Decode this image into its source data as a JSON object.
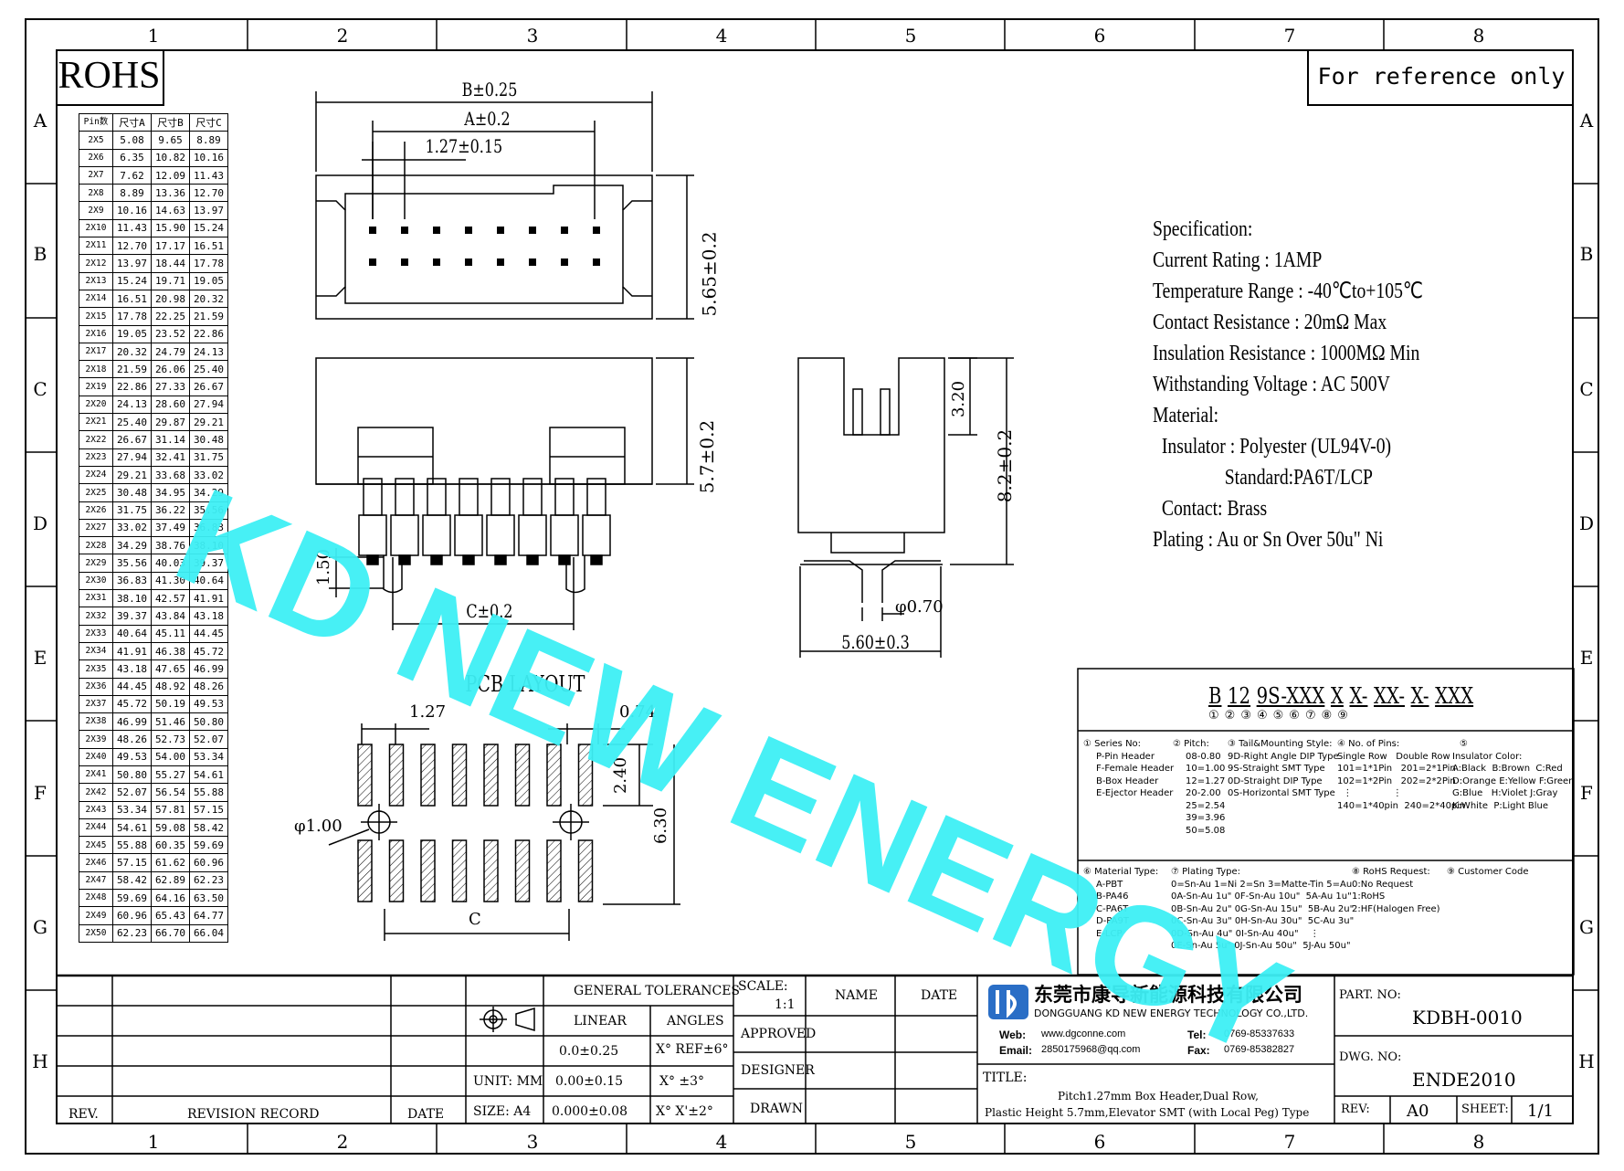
{
  "zones": {
    "cols": [
      "1",
      "2",
      "3",
      "4",
      "5",
      "6",
      "7",
      "8"
    ],
    "rows": [
      "A",
      "B",
      "C",
      "D",
      "E",
      "F",
      "G",
      "H"
    ]
  },
  "rohs": "ROHS",
  "reference": "For reference only",
  "watermark": "KD NEW ENERGY",
  "pin_table": {
    "headers": [
      "Pin数",
      "尺寸A",
      "尺寸B",
      "尺寸C"
    ],
    "rows": [
      [
        "2X5",
        "5.08",
        "9.65",
        "8.89"
      ],
      [
        "2X6",
        "6.35",
        "10.82",
        "10.16"
      ],
      [
        "2X7",
        "7.62",
        "12.09",
        "11.43"
      ],
      [
        "2X8",
        "8.89",
        "13.36",
        "12.70"
      ],
      [
        "2X9",
        "10.16",
        "14.63",
        "13.97"
      ],
      [
        "2X10",
        "11.43",
        "15.90",
        "15.24"
      ],
      [
        "2X11",
        "12.70",
        "17.17",
        "16.51"
      ],
      [
        "2X12",
        "13.97",
        "18.44",
        "17.78"
      ],
      [
        "2X13",
        "15.24",
        "19.71",
        "19.05"
      ],
      [
        "2X14",
        "16.51",
        "20.98",
        "20.32"
      ],
      [
        "2X15",
        "17.78",
        "22.25",
        "21.59"
      ],
      [
        "2X16",
        "19.05",
        "23.52",
        "22.86"
      ],
      [
        "2X17",
        "20.32",
        "24.79",
        "24.13"
      ],
      [
        "2X18",
        "21.59",
        "26.06",
        "25.40"
      ],
      [
        "2X19",
        "22.86",
        "27.33",
        "26.67"
      ],
      [
        "2X20",
        "24.13",
        "28.60",
        "27.94"
      ],
      [
        "2X21",
        "25.40",
        "29.87",
        "29.21"
      ],
      [
        "2X22",
        "26.67",
        "31.14",
        "30.48"
      ],
      [
        "2X23",
        "27.94",
        "32.41",
        "31.75"
      ],
      [
        "2X24",
        "29.21",
        "33.68",
        "33.02"
      ],
      [
        "2X25",
        "30.48",
        "34.95",
        "34.29"
      ],
      [
        "2X26",
        "31.75",
        "36.22",
        "35.56"
      ],
      [
        "2X27",
        "33.02",
        "37.49",
        "36.83"
      ],
      [
        "2X28",
        "34.29",
        "38.76",
        "38.10"
      ],
      [
        "2X29",
        "35.56",
        "40.03",
        "39.37"
      ],
      [
        "2X30",
        "36.83",
        "41.30",
        "40.64"
      ],
      [
        "2X31",
        "38.10",
        "42.57",
        "41.91"
      ],
      [
        "2X32",
        "39.37",
        "43.84",
        "43.18"
      ],
      [
        "2X33",
        "40.64",
        "45.11",
        "44.45"
      ],
      [
        "2X34",
        "41.91",
        "46.38",
        "45.72"
      ],
      [
        "2X35",
        "43.18",
        "47.65",
        "46.99"
      ],
      [
        "2X36",
        "44.45",
        "48.92",
        "48.26"
      ],
      [
        "2X37",
        "45.72",
        "50.19",
        "49.53"
      ],
      [
        "2X38",
        "46.99",
        "51.46",
        "50.80"
      ],
      [
        "2X39",
        "48.26",
        "52.73",
        "52.07"
      ],
      [
        "2X40",
        "49.53",
        "54.00",
        "53.34"
      ],
      [
        "2X41",
        "50.80",
        "55.27",
        "54.61"
      ],
      [
        "2X42",
        "52.07",
        "56.54",
        "55.88"
      ],
      [
        "2X43",
        "53.34",
        "57.81",
        "57.15"
      ],
      [
        "2X44",
        "54.61",
        "59.08",
        "58.42"
      ],
      [
        "2X45",
        "55.88",
        "60.35",
        "59.69"
      ],
      [
        "2X46",
        "57.15",
        "61.62",
        "60.96"
      ],
      [
        "2X47",
        "58.42",
        "62.89",
        "62.23"
      ],
      [
        "2X48",
        "59.69",
        "64.16",
        "63.50"
      ],
      [
        "2X49",
        "60.96",
        "65.43",
        "64.77"
      ],
      [
        "2X50",
        "62.23",
        "66.70",
        "66.04"
      ]
    ]
  },
  "dims": {
    "b": "B±0.25",
    "a": "A±0.2",
    "pitch": "1.27±0.15",
    "h565": "5.65±0.2",
    "h57": "5.7±0.2",
    "h150": "1.50",
    "c02": "C±0.2",
    "h320": "3.20",
    "h82": "8.2±0.2",
    "dia070": "φ0.70",
    "w560": "5.60±0.3",
    "pcb_title": "PCB LAYOUT",
    "p127": "1.27",
    "p074": "0.74",
    "p240": "2.40",
    "p630": "6.30",
    "d100": "φ1.00",
    "c": "C"
  },
  "spec": {
    "lines": [
      "Specification:",
      "Current Rating : 1AMP",
      "Temperature Range : -40℃to+105℃",
      "Contact Resistance : 20mΩ Max",
      "Insulation Resistance : 1000MΩ Min",
      "Withstanding Voltage : AC 500V",
      "Material:",
      "  Insulator : Polyester (UL94V-0)",
      "                Standard:PA6T/LCP",
      "  Contact: Brass",
      "Plating : Au or Sn Over 50u\" Ni"
    ]
  },
  "code": {
    "parts": [
      "B",
      "12",
      "9S-XXX",
      "X",
      "X-",
      "XX-",
      "X-",
      "XXX"
    ],
    "marks": [
      "①",
      "②",
      "③",
      "④",
      "⑤⑥",
      "⑦",
      "⑧",
      "⑨"
    ],
    "series_title": "① Series No:",
    "series": [
      "P-Pin Header",
      "F-Female Header",
      "B-Box Header",
      "E-Ejector Header"
    ],
    "pitch_title": "② Pitch:",
    "pitch": [
      "08-0.80",
      "10=1.00",
      "12=1.27",
      "20-2.00",
      "25=2.54",
      "39=3.96",
      "50=5.08"
    ],
    "tail_title": "③ Tail&Mounting Style:",
    "tail": [
      "9D-Right Angle DIP Type",
      "9S-Straight SMT Type",
      "0D-Straight DIP Type",
      "0S-Horizontal SMT Type"
    ],
    "pins_title": "④ No. of Pins:",
    "pins": [
      "Single Row   Double Row",
      "101=1*1Pin   201=2*1Pin",
      "102=1*2Pin   202=2*2Pin",
      "  ⋮              ⋮",
      "140=1*40pin  240=2*40pin"
    ],
    "color_title": "Insulator Color:",
    "colors": [
      "A:Black  B:Brown  C:Red",
      "D:Orange E:Yellow F:Green",
      "G:Blue   H:Violet J:Gray",
      "K:White  P:Light Blue"
    ],
    "col5": "⑤",
    "mat_title": "⑥ Material Type:",
    "mats": [
      "A-PBT",
      "B-PA46",
      "C-PA6T",
      "D-PA9T",
      "E-LCP"
    ],
    "plating_title": "⑦ Plating Type:",
    "plating": [
      "0=Sn-Au 1=Ni 2=Sn 3=Matte-Tin 5=Au",
      "0A-Sn-Au 1u\" 0F-Sn-Au 10u\"  5A-Au 1u\"",
      "0B-Sn-Au 2u\" 0G-Sn-Au 15u\"  5B-Au 2u\"",
      "0C-Sn-Au 3u\" 0H-Sn-Au 30u\"  5C-Au 3u\"",
      "0D-Sn-Au 4u\" 0I-Sn-Au 40u\"    ⋮",
      "0E-Sn-Au 5u\" 0J-Sn-Au 50u\"  5J-Au 50u\""
    ],
    "rohs_title": "⑧ RoHS Request:",
    "rohs": [
      "0:No Request",
      "1:RoHS",
      "2:HF(Halogen Free)"
    ],
    "cust_title": "⑨ Customer Code"
  },
  "title_block": {
    "rev": "REV.",
    "revision_record": "REVISION RECORD",
    "date": "DATE",
    "gen_tol": "GENERAL TOLERANCES",
    "linear": "LINEAR",
    "angles": "ANGLES",
    "lin1": "0.0±0.25",
    "ang1": "X° REF±6°",
    "lin2": "0.00±0.15",
    "ang2": "X° ±3°",
    "lin3": "0.000±0.08",
    "ang3": "X° X'±2°",
    "unit": "UNIT: MM",
    "size": "SIZE: A4",
    "scale": "SCALE:",
    "scale_val": "1:1",
    "name": "NAME",
    "date2": "DATE",
    "approved": "APPROVED",
    "designer": "DESIGNER",
    "drawn": "DRAWN",
    "company_cn": "东莞市康导新能源科技有限公司",
    "company_en": "DONGGUANG KD NEW ENERGY TECHNOLOGY CO.,LTD.",
    "web_label": "Web:",
    "web": "www.dgconne.com",
    "tel_label": "Tel:",
    "tel": "0769-85337633",
    "email_label": "Email:",
    "email": "2850175968@qq.com",
    "fax_label": "Fax:",
    "fax": "0769-85382827",
    "title_label": "TITLE:",
    "title1": "Pitch1.27mm Box Header,Dual Row,",
    "title2": "Plastic Height 5.7mm,Elevator SMT (with Local Peg) Type",
    "part_label": "PART. NO:",
    "part_no": "KDBH-0010",
    "dwg_label": "DWG. NO:",
    "dwg_no": "ENDE2010",
    "rev_label": "REV:",
    "rev_val": "A0",
    "sheet_label": "SHEET:",
    "sheet_val": "1/1"
  }
}
